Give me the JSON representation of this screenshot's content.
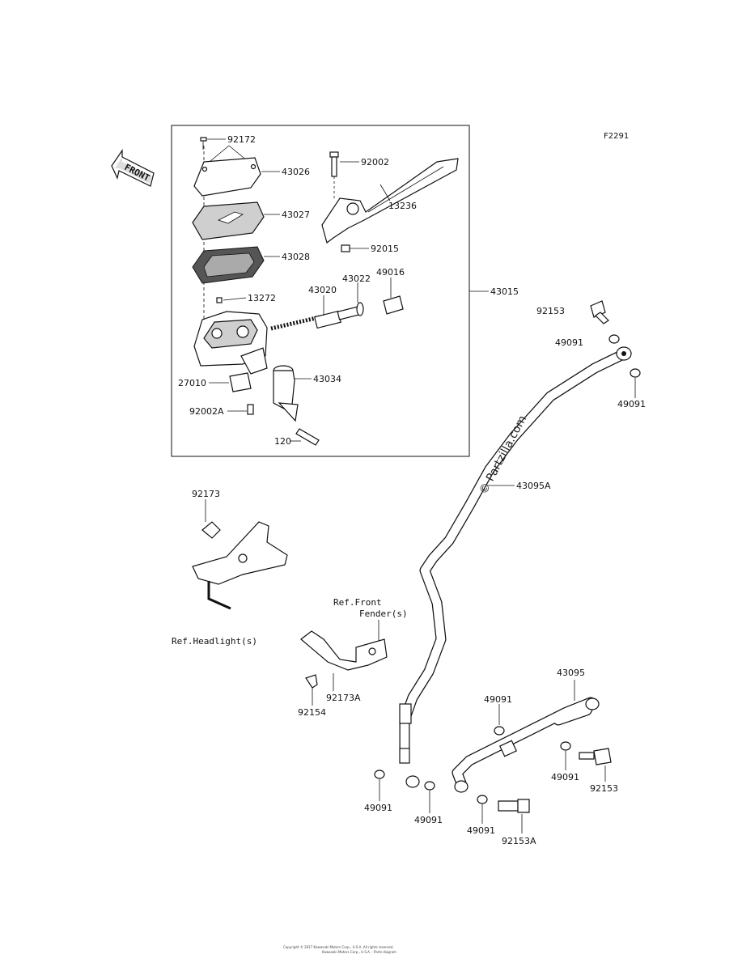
{
  "diagram_code": "F2291",
  "front_arrow": "FRONT",
  "watermark": "© Partzilla.com",
  "footer": [
    "Copyright © 2017 Kawasaki Motors Corp., U.S.A. All rights reserved.",
    "Kawasaki Motors Corp., U.S.A. - Parts diagram"
  ],
  "labels": {
    "p92172": "92172",
    "p43026": "43026",
    "p43027": "43027",
    "p43028": "43028",
    "p13272": "13272",
    "p43020": "43020",
    "p43022": "43022",
    "p49016": "49016",
    "p43015": "43015",
    "p92002": "92002",
    "p13236": "13236",
    "p92015": "92015",
    "p27010": "27010",
    "p92002A": "92002A",
    "p43034": "43034",
    "p120": "120",
    "p92153_top": "92153",
    "p49091_a": "49091",
    "p49091_b": "49091",
    "p43095A": "43095A",
    "p92173": "92173",
    "ref_headlight": "Ref.Headlight(s)",
    "ref_front_1": "Ref.Front",
    "ref_front_2": "Fender(s)",
    "p92173A": "92173A",
    "p92154": "92154",
    "p43095": "43095",
    "p49091_c": "49091",
    "p49091_d": "49091",
    "p92153_b": "92153",
    "p49091_e": "49091",
    "p49091_f": "49091",
    "p49091_g": "49091",
    "p92153A": "92153A"
  }
}
